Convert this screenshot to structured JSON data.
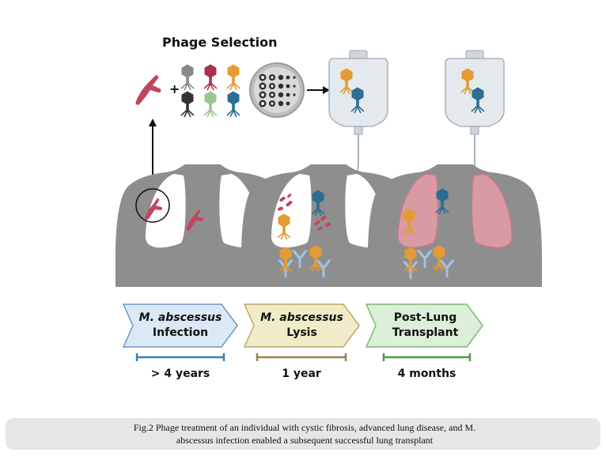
{
  "phage_selection_title": "Phage Selection",
  "plus_sign": "+",
  "stages": [
    {
      "line1": "M. abscessus",
      "line2": "Infection",
      "duration": "> 4 years",
      "color": "#dbe9f6",
      "bar_color": "#3f7fb4"
    },
    {
      "line1": "M. abscessus",
      "line2": "Lysis",
      "duration": "1 year",
      "color": "#f1ecc8",
      "bar_color": "#9a7d55"
    },
    {
      "line1": "Post-Lung",
      "line2": "Transplant",
      "duration": "4 months",
      "color": "#dcefd8",
      "bar_color": "#4a9a44"
    }
  ],
  "caption_line1": "Fig.2 Phage treatment of an individual with cystic fibrosis, advanced lung disease, and M.",
  "caption_line2": "abscessus infection enabled a subsequent successful lung transplant",
  "phage_colors": [
    "#8a8a8a",
    "#a8344a",
    "#e59b35",
    "#333333",
    "#9cc58f",
    "#2c6e93"
  ],
  "bacteria_color": "#c24560",
  "torso_color": "#8e8e8e"
}
